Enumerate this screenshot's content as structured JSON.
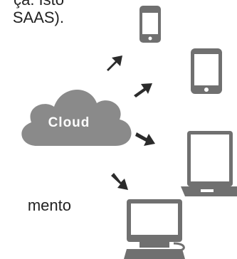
{
  "text": {
    "fragment_1": "ça. Isto",
    "fragment_2": "SAAS).",
    "fragment_3": "mento"
  },
  "cloud": {
    "label": "Cloud"
  },
  "colors": {
    "device": "#707070",
    "arrow": "#2b2b2b",
    "cloud": "#8a8a8a",
    "cloud_text": "#ffffff"
  },
  "devices": [
    "smartphone-icon",
    "tablet-icon",
    "laptop-icon",
    "desktop-computer-icon"
  ]
}
